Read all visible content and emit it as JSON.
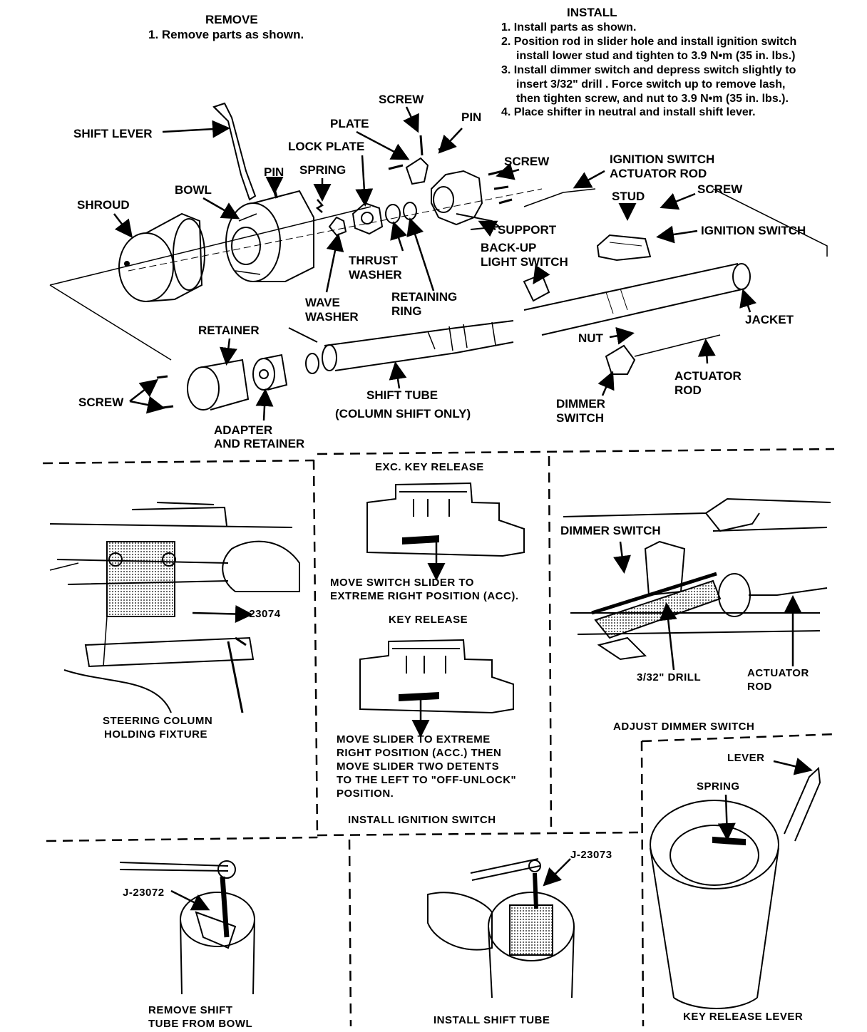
{
  "remove": {
    "title": "REMOVE",
    "steps": [
      "1. Remove parts as shown."
    ]
  },
  "install": {
    "title": "INSTALL",
    "lines": [
      "1. Install parts as shown.",
      "2. Position rod in slider hole and install ignition switch",
      "install lower stud and tighten to 3.9 N•m (35 in. lbs.)",
      "3. Install dimmer switch and depress switch slightly to",
      "insert 3/32\" drill . Force switch up to remove lash,",
      "then tighten screw, and nut to 3.9 N•m (35 in. lbs.).",
      "4. Place shifter in neutral and install shift lever."
    ]
  },
  "exploded_labels": {
    "shift_lever": "SHIFT LEVER",
    "pin_left": "PIN",
    "spring": "SPRING",
    "bowl": "BOWL",
    "shroud": "SHROUD",
    "lock_plate": "LOCK PLATE",
    "plate": "PLATE",
    "screw_top": "SCREW",
    "pin_right": "PIN",
    "screw_right": "SCREW",
    "ignition_switch_actuator_rod_1": "IGNITION SWITCH",
    "ignition_switch_actuator_rod_2": "ACTUATOR ROD",
    "stud": "STUD",
    "screw_far": "SCREW",
    "support": "SUPPORT",
    "ignition_switch": "IGNITION SWITCH",
    "backup_1": "BACK-UP",
    "backup_2": "LIGHT SWITCH",
    "thrust_1": "THRUST",
    "thrust_2": "WASHER",
    "retaining_1": "RETAINING",
    "retaining_2": "RING",
    "wave_1": "WAVE",
    "wave_2": "WASHER",
    "retainer": "RETAINER",
    "jacket": "JACKET",
    "nut": "NUT",
    "actuator_1": "ACTUATOR",
    "actuator_2": "ROD",
    "screw_left": "SCREW",
    "shift_tube": "SHIFT TUBE",
    "column_shift": "(COLUMN SHIFT ONLY)",
    "dimmer_1": "DIMMER",
    "dimmer_2": "SWITCH",
    "adapter_1": "ADAPTER",
    "adapter_2": "AND RETAINER"
  },
  "panels": {
    "fixture": {
      "tool": "J-23074",
      "caption_1": "STEERING COLUMN",
      "caption_2": "HOLDING FIXTURE"
    },
    "ignition": {
      "exc_title": "EXC. KEY RELEASE",
      "exc_1": "MOVE SWITCH SLIDER TO",
      "exc_2": "EXTREME RIGHT POSITION (ACC).",
      "key_title": "KEY RELEASE",
      "key_1": "MOVE SLIDER TO EXTREME",
      "key_2": "RIGHT POSITION (ACC.) THEN",
      "key_3": "MOVE SLIDER TWO DETENTS",
      "key_4": "TO THE LEFT TO \"OFF-UNLOCK\"",
      "key_5": "POSITION.",
      "caption": "INSTALL IGNITION SWITCH"
    },
    "dimmer": {
      "dimmer_switch": "DIMMER SWITCH",
      "drill": "3/32\" DRILL",
      "actuator_1": "ACTUATOR",
      "actuator_2": "ROD",
      "caption": "ADJUST DIMMER SWITCH"
    },
    "remove_tube": {
      "tool": "J-23072",
      "caption_1": "REMOVE SHIFT",
      "caption_2": "TUBE FROM BOWL"
    },
    "install_tube": {
      "tool": "J-23073",
      "caption": "INSTALL SHIFT TUBE"
    },
    "key_release_lever": {
      "lever": "LEVER",
      "spring": "SPRING",
      "caption": "KEY RELEASE LEVER"
    }
  }
}
